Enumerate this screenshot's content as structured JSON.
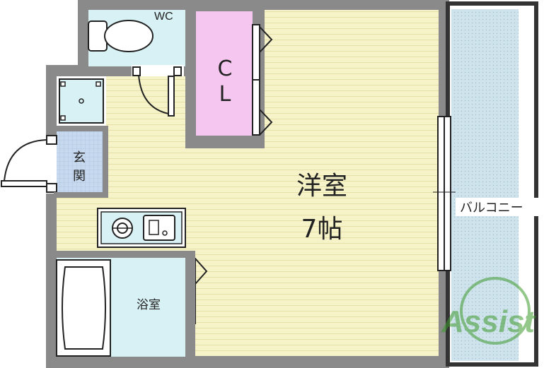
{
  "rooms": {
    "wc": "WC",
    "closet_line1": "C",
    "closet_line2": "L",
    "entrance_line1": "玄",
    "entrance_line2": "関",
    "main_room_name": "洋室",
    "main_room_size": "7帖",
    "bath": "浴室",
    "balcony": "バルコニー"
  },
  "watermark": {
    "text": "Assist"
  },
  "colors": {
    "wall": "#8a8a8a",
    "wood_floor": "#f6f3c8",
    "wood_line": "#e6e0a8",
    "wc_floor": "#d8f1f5",
    "closet": "#f5c6ef",
    "entrance_tile": "#c7d9ef",
    "bath_floor": "#d8f1f5",
    "balcony": "#cfe3ec",
    "watermark": "#3d9a2c"
  }
}
